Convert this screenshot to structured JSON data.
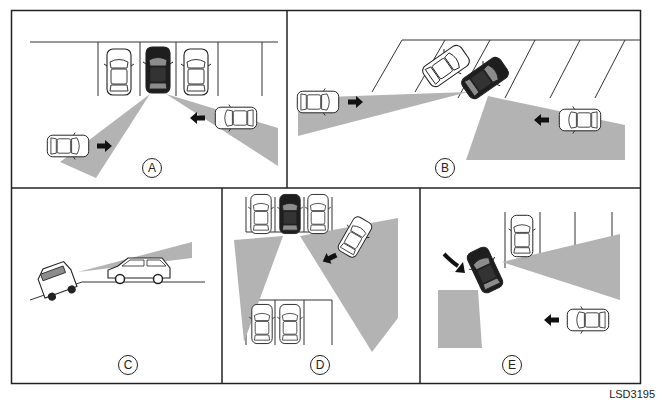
{
  "diagram": {
    "nodes": [
      {
        "text": [
          "A"
        ]
      },
      {
        "text": [
          "B"
        ]
      },
      {
        "text": [
          "C"
        ]
      },
      {
        "text": [
          "D"
        ]
      },
      {
        "text": [
          "E"
        ]
      }
    ],
    "labels": [
      "LSD3195"
    ]
  }
}
